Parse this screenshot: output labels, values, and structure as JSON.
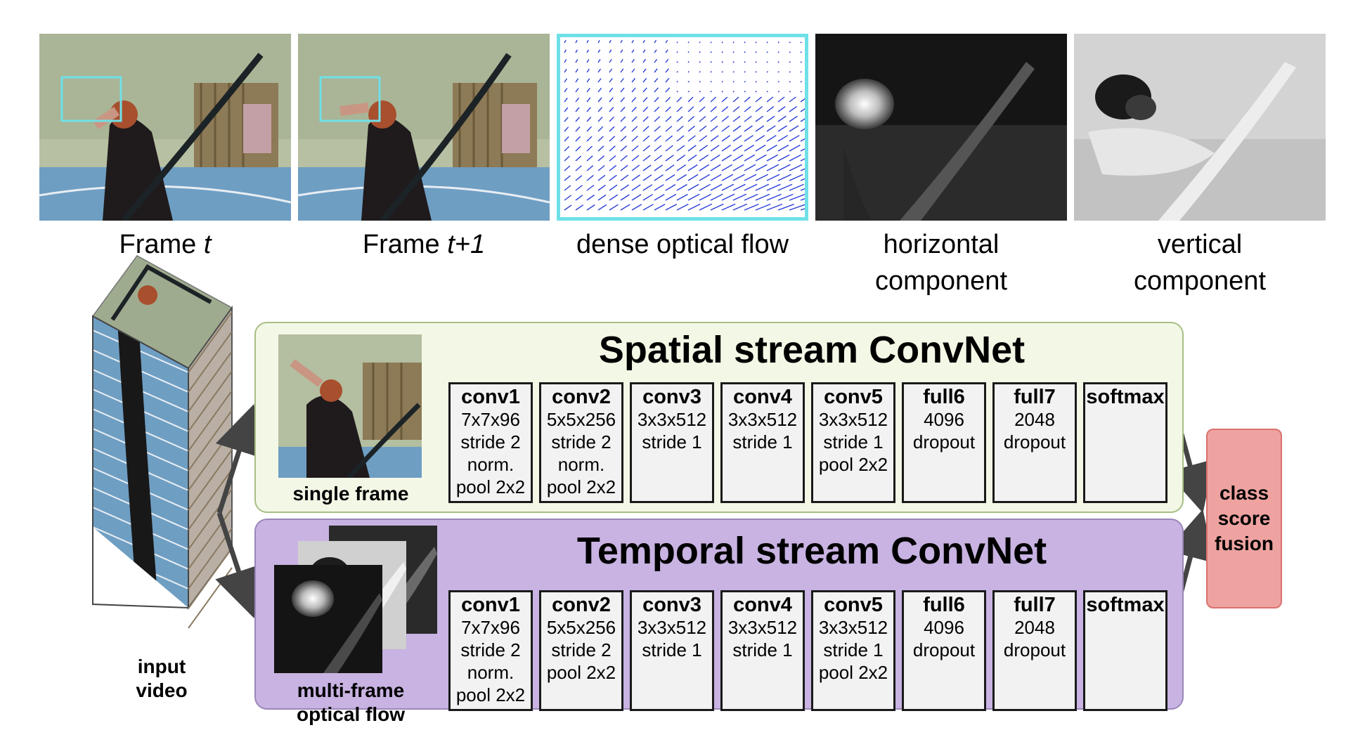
{
  "top_row": [
    {
      "caption_prefix": "Frame ",
      "caption_italic": "t"
    },
    {
      "caption_prefix": "Frame ",
      "caption_italic": "t+1"
    },
    {
      "caption": "dense optical flow"
    },
    {
      "caption_line1": "horizontal",
      "caption_line2": "component"
    },
    {
      "caption_line1": "vertical",
      "caption_line2": "component"
    }
  ],
  "input_label_line1": "input",
  "input_label_line2": "video",
  "spatial": {
    "title": "Spatial stream ConvNet",
    "input_label": "single frame",
    "layers": [
      {
        "name": "conv1",
        "l1": "7x7x96",
        "l2": "stride 2",
        "l3": "norm.",
        "l4": "pool 2x2"
      },
      {
        "name": "conv2",
        "l1": "5x5x256",
        "l2": "stride 2",
        "l3": "norm.",
        "l4": "pool 2x2"
      },
      {
        "name": "conv3",
        "l1": "3x3x512",
        "l2": "stride 1",
        "l3": "",
        "l4": ""
      },
      {
        "name": "conv4",
        "l1": "3x3x512",
        "l2": "stride 1",
        "l3": "",
        "l4": ""
      },
      {
        "name": "conv5",
        "l1": "3x3x512",
        "l2": "stride 1",
        "l3": "pool 2x2",
        "l4": ""
      },
      {
        "name": "full6",
        "l1": "4096",
        "l2": "dropout",
        "l3": "",
        "l4": ""
      },
      {
        "name": "full7",
        "l1": "2048",
        "l2": "dropout",
        "l3": "",
        "l4": ""
      },
      {
        "name": "softmax",
        "l1": "",
        "l2": "",
        "l3": "",
        "l4": ""
      }
    ]
  },
  "temporal": {
    "title": "Temporal stream ConvNet",
    "input_label_line1": "multi-frame",
    "input_label_line2": "optical flow",
    "layers": [
      {
        "name": "conv1",
        "l1": "7x7x96",
        "l2": "stride 2",
        "l3": "norm.",
        "l4": "pool 2x2"
      },
      {
        "name": "conv2",
        "l1": "5x5x256",
        "l2": "stride 2",
        "l3": "pool 2x2",
        "l4": ""
      },
      {
        "name": "conv3",
        "l1": "3x3x512",
        "l2": "stride 1",
        "l3": "",
        "l4": ""
      },
      {
        "name": "conv4",
        "l1": "3x3x512",
        "l2": "stride 1",
        "l3": "",
        "l4": ""
      },
      {
        "name": "conv5",
        "l1": "3x3x512",
        "l2": "stride 1",
        "l3": "pool 2x2",
        "l4": ""
      },
      {
        "name": "full6",
        "l1": "4096",
        "l2": "dropout",
        "l3": "",
        "l4": ""
      },
      {
        "name": "full7",
        "l1": "2048",
        "l2": "dropout",
        "l3": "",
        "l4": ""
      },
      {
        "name": "softmax",
        "l1": "",
        "l2": "",
        "l3": "",
        "l4": ""
      }
    ]
  },
  "fusion": {
    "line1": "class",
    "line2": "score",
    "line3": "fusion"
  },
  "colors": {
    "spatial_bg": "#f3f8e6",
    "temporal_bg": "#c8b3e2",
    "fusion_bg": "#eea3a1",
    "flow_arrow": "#2b3fd6",
    "highlight_box": "#6fe0e8"
  }
}
